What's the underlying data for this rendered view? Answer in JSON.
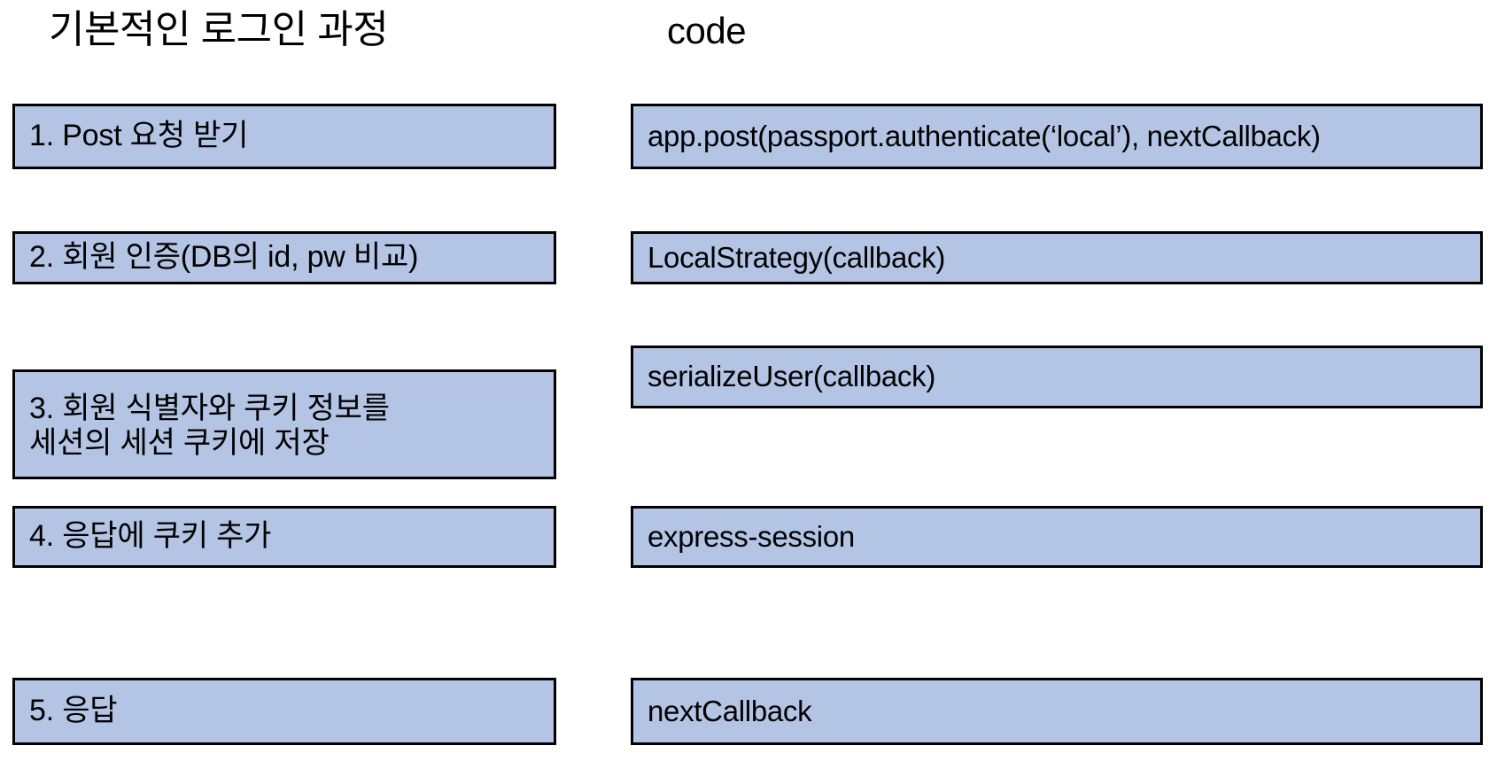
{
  "headings": {
    "left": "기본적인 로그인 과정",
    "right": "code"
  },
  "colors": {
    "box_fill": "#b4c4e4",
    "box_border": "#000000",
    "text": "#000000",
    "background": "#ffffff"
  },
  "steps": [
    {
      "number": "1",
      "process": "1. Post 요청 받기",
      "code": "app.post(passport.authenticate(‘local’), nextCallback)"
    },
    {
      "number": "2",
      "process": "2. 회원 인증(DB의 id, pw 비교)",
      "code": "LocalStrategy(callback)"
    },
    {
      "number": "3",
      "process": "3. 회원 식별자와 쿠키 정보를\n세션의 세션 쿠키에 저장",
      "code": "serializeUser(callback)"
    },
    {
      "number": "4",
      "process": "4. 응답에 쿠키 추가",
      "code": "express-session"
    },
    {
      "number": "5",
      "process": "5. 응답",
      "code": "nextCallback"
    }
  ]
}
